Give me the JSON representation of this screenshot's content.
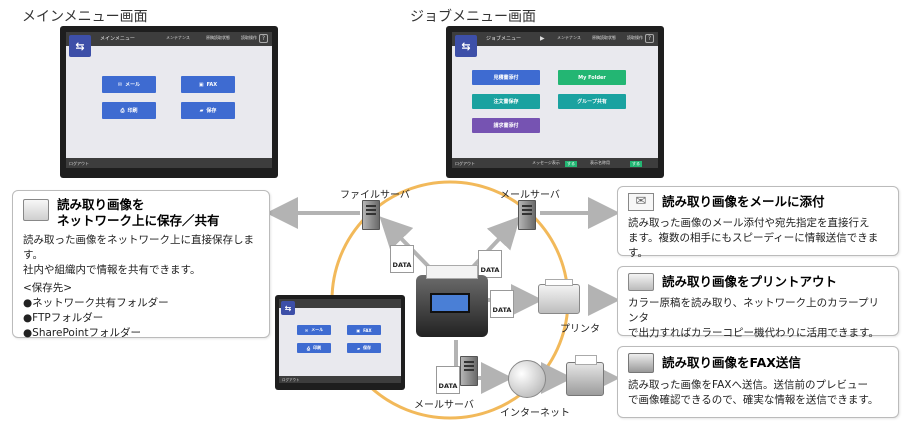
{
  "main_menu": {
    "heading": "メインメニュー画面",
    "title": "メインメニュー",
    "menu_items": [
      "メンテナンス",
      "原稿読取状態",
      "読取操作"
    ],
    "buttons": [
      {
        "label": "メール",
        "icon": "mail-icon"
      },
      {
        "label": "FAX",
        "icon": "fax-icon"
      },
      {
        "label": "印刷",
        "icon": "printer-icon"
      },
      {
        "label": "保存",
        "icon": "folder-icon"
      }
    ],
    "logout": "ログアウト"
  },
  "job_menu": {
    "heading": "ジョブメニュー画面",
    "title": "ジョブメニュー",
    "menu_items": [
      "メンテナンス",
      "原稿読取状態",
      "読取操作"
    ],
    "buttons": [
      "見積書添付",
      "My Folder",
      "注文書保存",
      "グループ共有",
      "請求書添付"
    ],
    "logout": "ログアウト",
    "footer_items": [
      {
        "label": "メッセージ表示",
        "value": "する"
      },
      {
        "label": "表示名称用",
        "value": "する"
      }
    ]
  },
  "labels": {
    "file_server": "ファイルサーバ",
    "mail_server_top": "メールサーバ",
    "mail_server_bottom": "メールサーバ",
    "printer": "プリンタ",
    "internet": "インターネット",
    "data": "DATA"
  },
  "box_save": {
    "title_line1": "読み取り画像を",
    "title_line2": "ネットワーク上に保存／共有",
    "body_line1": "読み取った画像をネットワーク上に直接保存します。",
    "body_line2": "社内や組織内で情報を共有できます。",
    "dest_heading": "<保存先>",
    "destinations": [
      "●ネットワーク共有フォルダー",
      "●FTPフォルダー",
      "●SharePointフォルダー"
    ]
  },
  "box_mail": {
    "title": "読み取り画像をメールに添付",
    "body_line1": "読み取った画像のメール添付や宛先指定を直接行え",
    "body_line2": "ます。複数の相手にもスピーディーに情報送信できます。"
  },
  "box_print": {
    "title": "読み取り画像をプリントアウト",
    "body_line1": "カラー原稿を読み取り、ネットワーク上のカラープリンタ",
    "body_line2": "で出力すればカラーコピー機代わりに活用できます。"
  },
  "box_fax": {
    "title": "読み取り画像をFAX送信",
    "body_line1": "読み取った画像をFAXへ送信。送信前のプレビュー",
    "body_line2": "で画像確認できるので、確実な情報を送信できます。"
  },
  "colors": {
    "circle": "#f2b95a",
    "arrow": "#b3b3b3",
    "blue_button": "#3e6bd1",
    "green_button": "#23b673",
    "teal_button": "#1aa2a0",
    "purple_button": "#7653b2"
  }
}
